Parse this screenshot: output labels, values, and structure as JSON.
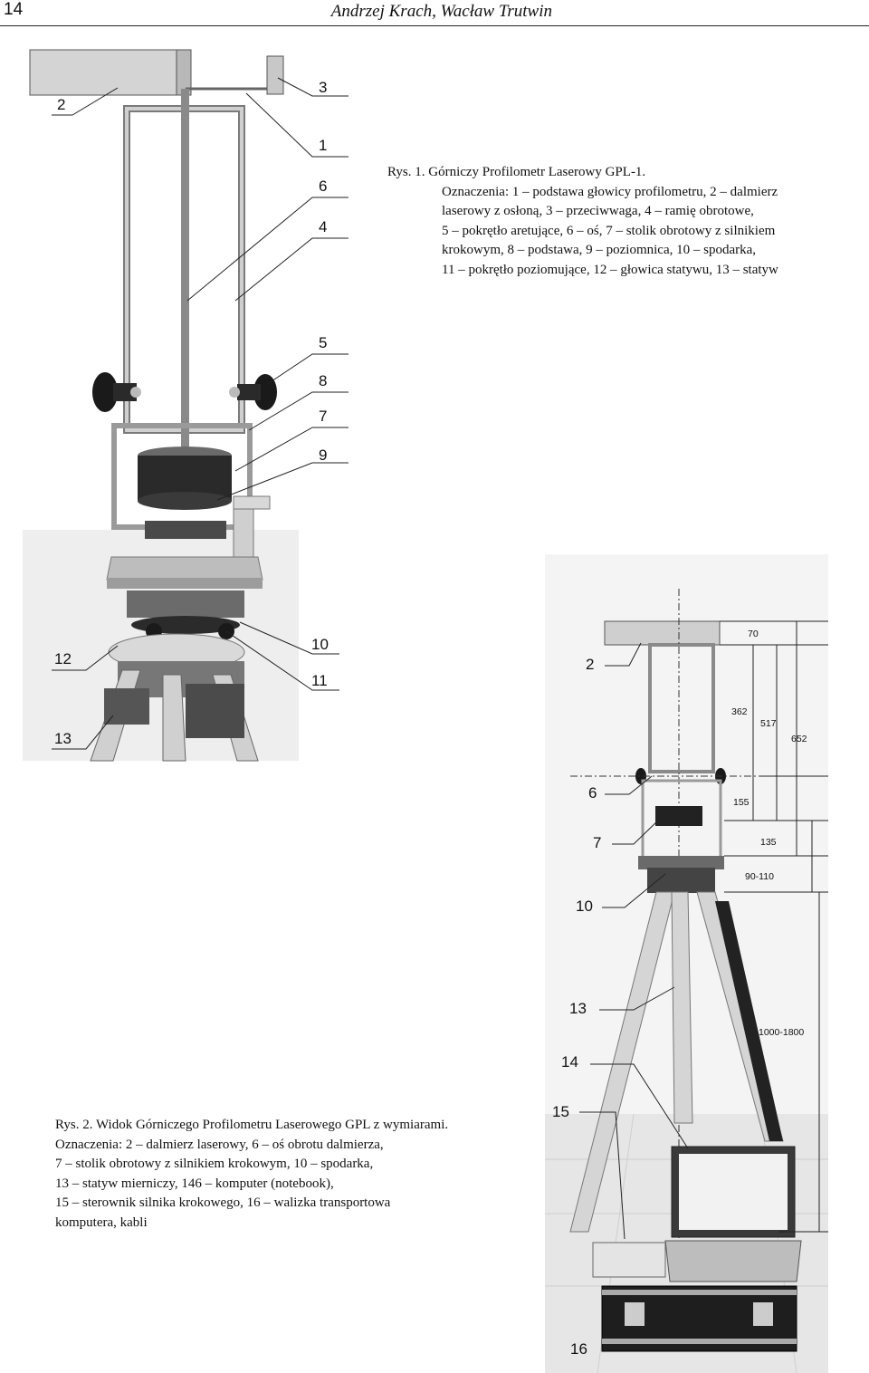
{
  "header": {
    "page_number": "14",
    "authors": "Andrzej Krach, Wacław Trutwin"
  },
  "figure1": {
    "caption_title": "Rys. 1.  Górniczy Profilometr Laserowy GPL-1.",
    "caption_lines": [
      "Oznaczenia: 1 – podstawa głowicy profilometru, 2 – dalmierz",
      "laserowy z osłoną, 3 – przeciwwaga, 4 – ramię obrotowe,",
      "5 – pokrętło aretujące, 6 – oś, 7 – stolik obrotowy z silnikiem",
      "krokowym, 8 – podstawa, 9 – poziomnica, 10 – spodarka,",
      "11 – pokrętło poziomujące, 12 – głowica statywu, 13 – statyw"
    ],
    "callouts": {
      "c2": "2",
      "c3": "3",
      "c1": "1",
      "c6": "6",
      "c4": "4",
      "c5": "5",
      "c8": "8",
      "c7": "7",
      "c9": "9",
      "c12": "12",
      "c10": "10",
      "c11": "11",
      "c13": "13"
    }
  },
  "figure2": {
    "caption_lines": [
      "Rys. 2. Widok Górniczego Profilometru Laserowego GPL z wymiarami.",
      "Oznaczenia: 2 – dalmierz laserowy, 6 – oś obrotu dalmierza,",
      "7 – stolik obrotowy z silnikiem krokowym, 10 – spodarka,",
      "13 – statyw mierniczy, 146 – komputer (notebook),",
      "15 – sterownik silnika krokowego, 16 – walizka transportowa",
      "komputera, kabli"
    ],
    "callouts": {
      "c2": "2",
      "c6": "6",
      "c7": "7",
      "c10": "10",
      "c13": "13",
      "c14": "14",
      "c15": "15",
      "c16": "16"
    },
    "dimensions": {
      "d70": "70",
      "d362": "362",
      "d517": "517",
      "d652": "652",
      "d155": "155",
      "d135": "135",
      "d90_110": "90-110",
      "d1000_1800": "1000-1800"
    }
  }
}
